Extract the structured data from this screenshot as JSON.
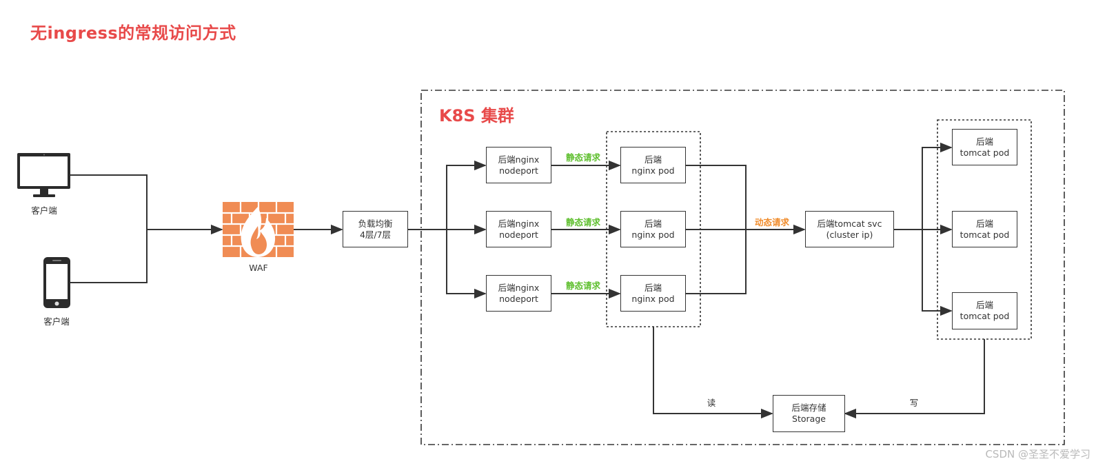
{
  "title": "无ingress的常规访问方式",
  "cluster_label": "K8S 集群",
  "clients": [
    {
      "label": "客户端",
      "icon": "desktop-monitor-icon"
    },
    {
      "label": "客户端",
      "icon": "mobile-phone-icon"
    }
  ],
  "waf": {
    "label": "WAF",
    "icon": "firewall-icon",
    "color": "#f08c54"
  },
  "load_balancer": {
    "line1": "负载均衡",
    "line2": "4层/7层"
  },
  "nodeports": [
    {
      "line1": "后端nginx",
      "line2": "nodeport"
    },
    {
      "line1": "后端nginx",
      "line2": "nodeport"
    },
    {
      "line1": "后端nginx",
      "line2": "nodeport"
    }
  ],
  "nginx_pods": [
    {
      "line1": "后端",
      "line2": "nginx pod"
    },
    {
      "line1": "后端",
      "line2": "nginx pod"
    },
    {
      "line1": "后端",
      "line2": "nginx pod"
    }
  ],
  "static_request_label": "静态请求",
  "dynamic_request_label": "动态请求",
  "tomcat_svc": {
    "line1": "后端tomcat svc",
    "line2": "(cluster ip)"
  },
  "tomcat_pods": [
    {
      "line1": "后端",
      "line2": "tomcat pod"
    },
    {
      "line1": "后端",
      "line2": "tomcat pod"
    },
    {
      "line1": "后端",
      "line2": "tomcat pod"
    }
  ],
  "storage": {
    "line1": "后端存储",
    "line2": "Storage"
  },
  "read_label": "读",
  "write_label": "写",
  "watermark": "CSDN @圣圣不爱学习",
  "colors": {
    "title": "#e84a4a",
    "static": "#5fbf2f",
    "dynamic": "#f08c2c",
    "waf": "#f08c54"
  }
}
